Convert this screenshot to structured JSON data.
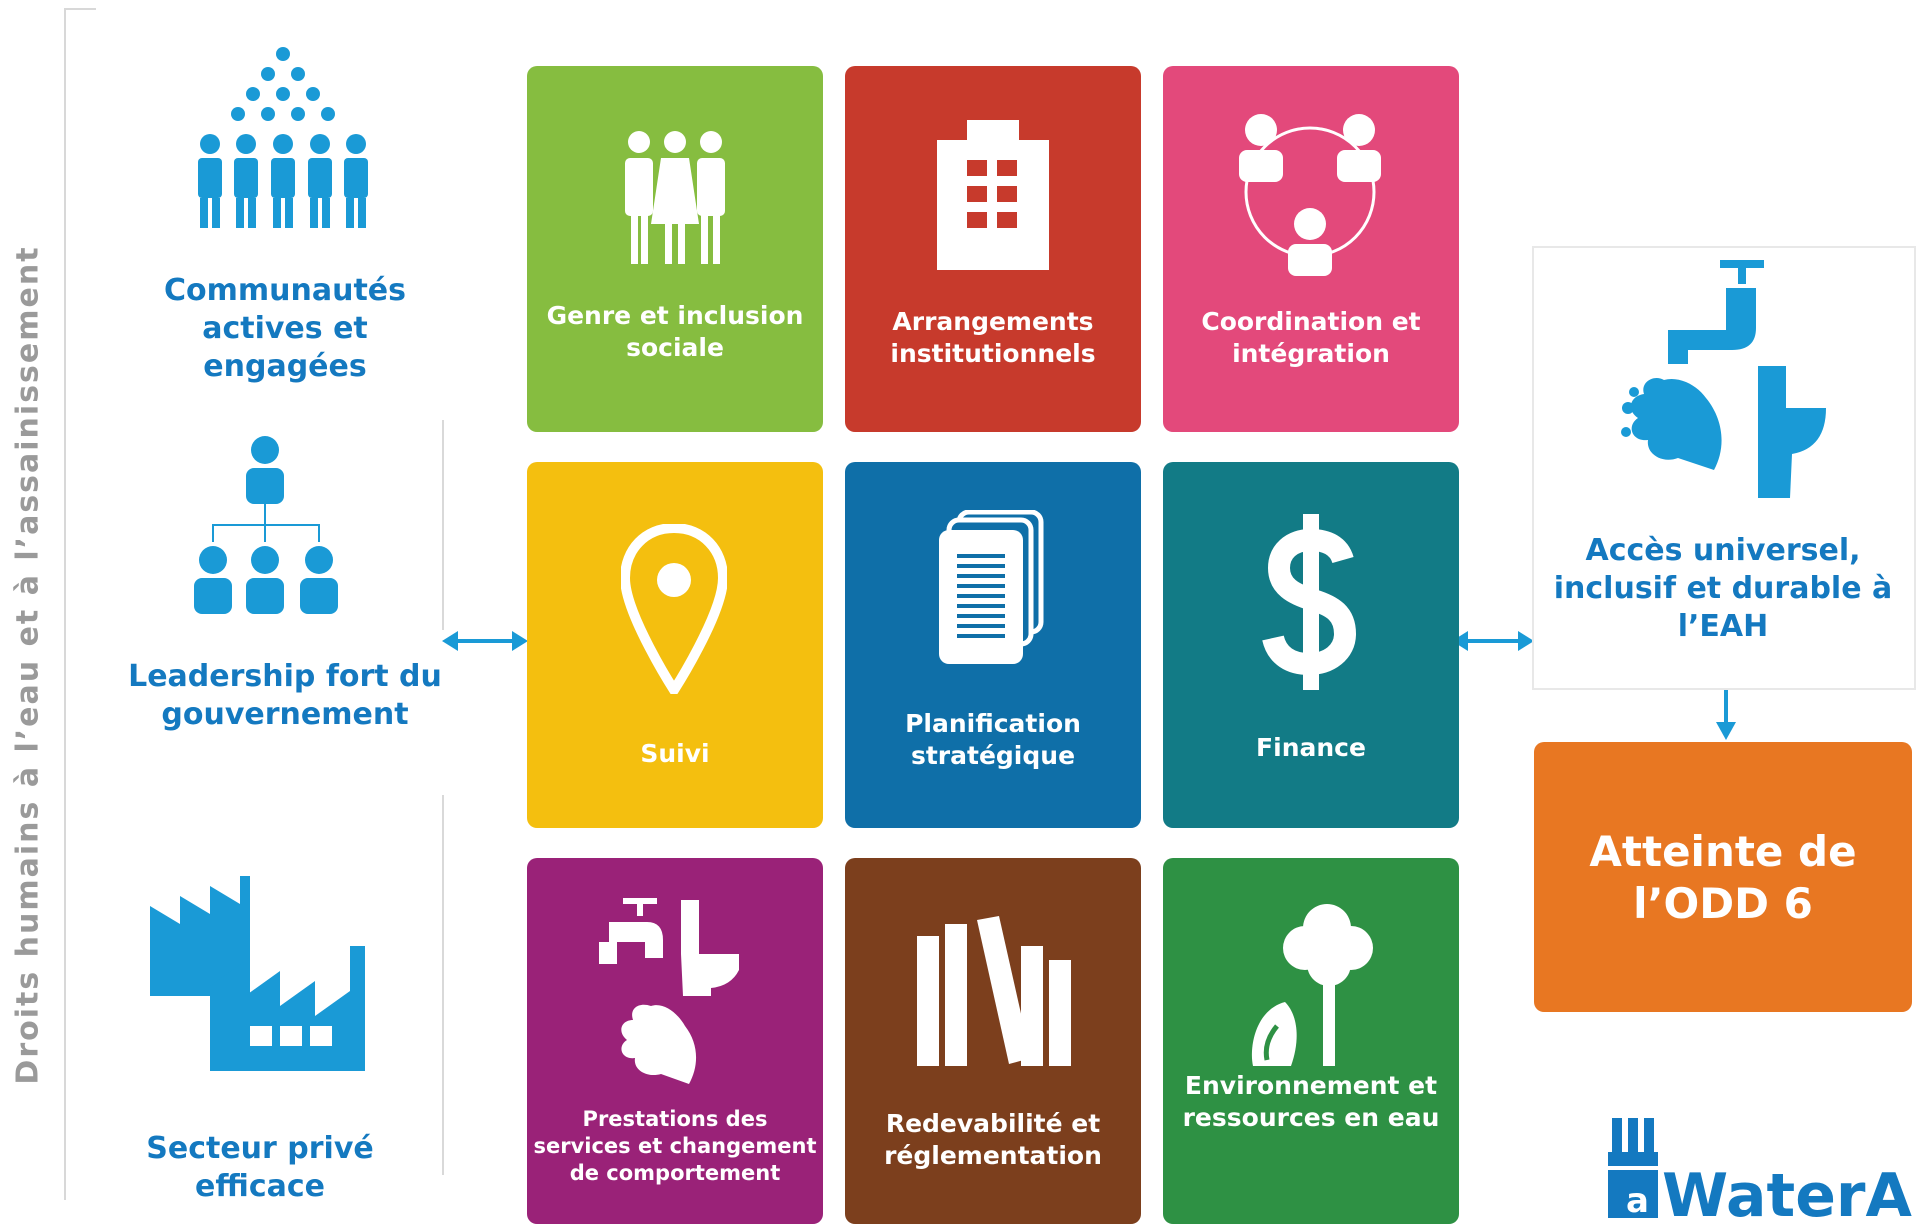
{
  "side_title": "Droits humains à l’eau et à l’assainissement",
  "left": {
    "communities": "Communautés actives et engagées",
    "government": "Leadership fort du gouvernement",
    "private_sector": "Secteur privé efficace"
  },
  "tiles": [
    {
      "label": "Genre et inclusion sociale",
      "color": "#86bd40",
      "icon": "people-group-icon"
    },
    {
      "label": "Arrangements institutionnels",
      "color": "#c73a2c",
      "icon": "building-icon"
    },
    {
      "label": "Coordination et intégration",
      "color": "#e3497b",
      "icon": "network-icon"
    },
    {
      "label": "Suivi",
      "color": "#f4bf0f",
      "icon": "location-pin-icon"
    },
    {
      "label": "Planification stratégique",
      "color": "#0f6fa8",
      "icon": "documents-icon"
    },
    {
      "label": "Finance",
      "color": "#127b86",
      "icon": "dollar-icon"
    },
    {
      "label": "Prestations des services et changement de comportement",
      "color": "#9a2278",
      "icon": "tap-toilet-hands-icon"
    },
    {
      "label": "Redevabilité et réglementation",
      "color": "#7c3f1d",
      "icon": "books-icon"
    },
    {
      "label": "Environnement et ressources en eau",
      "color": "#2e9144",
      "icon": "tree-leaf-icon"
    }
  ],
  "outcome": {
    "access": "Accès universel, inclusif et durable à l’EAH",
    "sdg": "Atteinte de l’ODD 6"
  },
  "logo": "WaterAid",
  "colors": {
    "accent_blue": "#1479c0",
    "icon_blue": "#1a9ad6",
    "sdg_orange": "#e87722"
  }
}
